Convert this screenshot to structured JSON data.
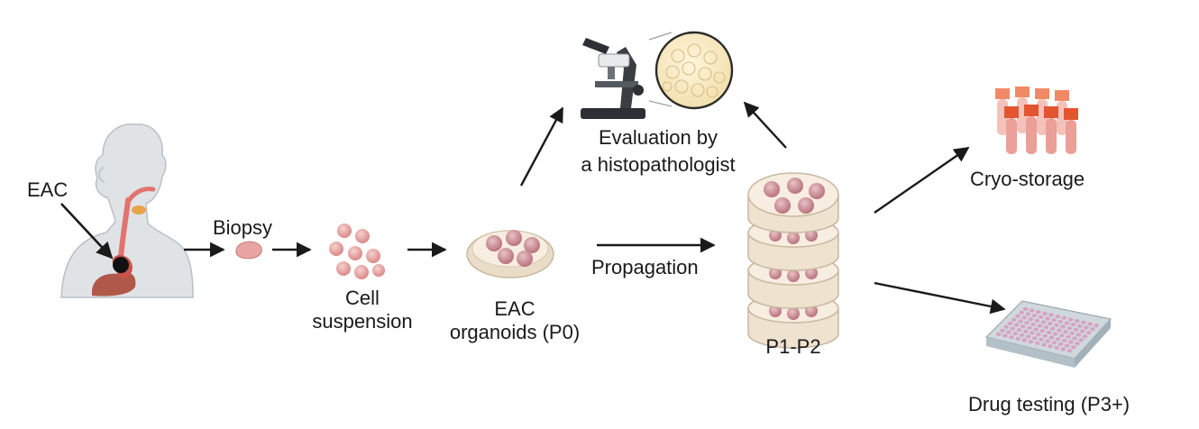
{
  "labels": {
    "eac": "EAC",
    "biopsy": "Biopsy",
    "cell_suspension_1": "Cell",
    "cell_suspension_2": "suspension",
    "eac_organoids_1": "EAC",
    "eac_organoids_2": "organoids (P0)",
    "propagation": "Propagation",
    "evaluation_1": "Evaluation by",
    "evaluation_2": "a histopathologist",
    "p1_p2": "P1-P2",
    "cryo_storage": "Cryo-storage",
    "drug_testing": "Drug testing (P3+)"
  },
  "colors": {
    "arrow": "#1a1a1a",
    "skin": "#dfe3e6",
    "skin_edge": "#b9c0c6",
    "esophagus": "#e2736d",
    "tumor": "#111111",
    "stomach": "#c9534b",
    "liver": "#b0584a",
    "dish_rim": "#e9ddc8",
    "dish_fill": "#f7ede0",
    "organoid": "#c98d96",
    "organoid_dark": "#a8606c",
    "cell": "#e9a5a3",
    "tube_cap": "#e2552f",
    "tube_body": "#f1b8b1",
    "plate": "#d9a1c4",
    "plate_base": "#cfd8dd"
  }
}
